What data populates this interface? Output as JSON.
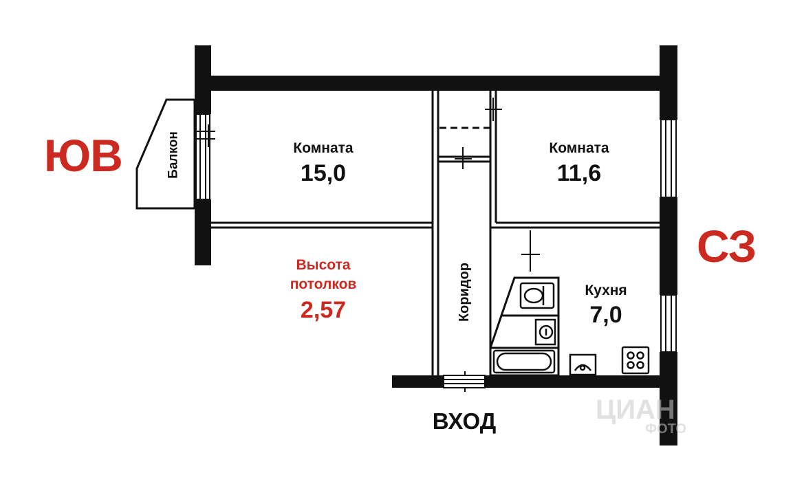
{
  "directions": {
    "southeast": "ЮВ",
    "northwest": "СЗ"
  },
  "balcony": {
    "label": "Балкон"
  },
  "room_large": {
    "name": "Комната",
    "area": "15,0"
  },
  "room_small": {
    "name": "Комната",
    "area": "11,6"
  },
  "ceiling": {
    "line1": "Высота",
    "line2": "потолков",
    "value": "2,57"
  },
  "corridor": {
    "label": "Коридор"
  },
  "kitchen": {
    "name": "Кухня",
    "area": "7,0"
  },
  "entrance": {
    "label": "ВХОД"
  },
  "watermark": {
    "brand": "ЦИАН",
    "sub": "ФОТО"
  },
  "colors": {
    "wall": "#111111",
    "accent": "#cc2a20"
  }
}
